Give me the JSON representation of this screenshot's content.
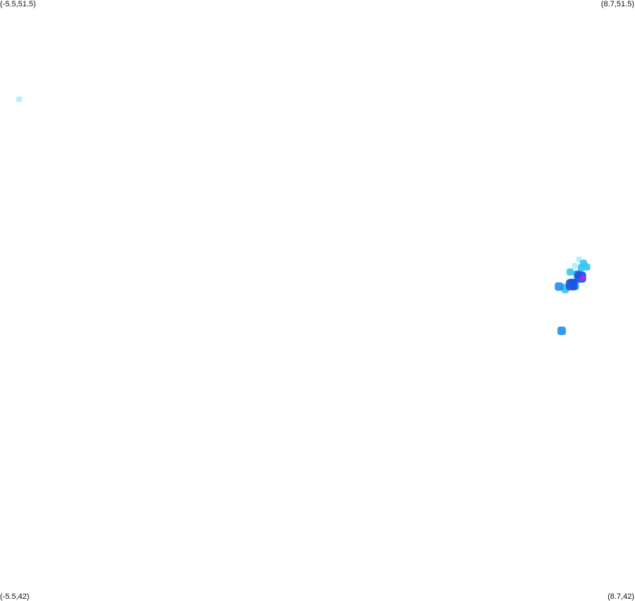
{
  "corners": {
    "top_left": "(-5.5,51.5)",
    "top_right": "(8.7,51.5)",
    "bottom_left": "(-5.5,42)",
    "bottom_right": "(8.7,42)"
  },
  "bounds": {
    "lon_min": -5.5,
    "lon_max": 8.7,
    "lat_min": 42,
    "lat_max": 51.5
  },
  "level_colors": {
    "low": "#9ef2ff",
    "medium": "#35c4f2",
    "high": "#1f8fef",
    "very_high": "#1b4fe0",
    "peak": "#c61be6"
  },
  "hotspots": [
    {
      "lon": -5.07,
      "lat": 49.93,
      "level": "low"
    },
    {
      "lon": 7.45,
      "lat": 47.4,
      "level": "low"
    },
    {
      "lon": 7.55,
      "lat": 47.34,
      "level": "medium"
    },
    {
      "lon": 7.35,
      "lat": 47.3,
      "level": "low"
    },
    {
      "lon": 7.5,
      "lat": 47.27,
      "level": "medium"
    },
    {
      "lon": 7.62,
      "lat": 47.28,
      "level": "medium"
    },
    {
      "lon": 7.25,
      "lat": 47.2,
      "level": "medium"
    },
    {
      "lon": 7.42,
      "lat": 47.16,
      "level": "high"
    },
    {
      "lon": 7.48,
      "lat": 47.12,
      "level": "very_high"
    },
    {
      "lon": 7.52,
      "lat": 47.11,
      "level": "peak"
    },
    {
      "lon": 7.3,
      "lat": 47.03,
      "level": "high"
    },
    {
      "lon": 7.35,
      "lat": 46.98,
      "level": "high"
    },
    {
      "lon": 7.28,
      "lat": 47.0,
      "level": "very_high"
    },
    {
      "lon": 7.12,
      "lat": 46.96,
      "level": "medium"
    },
    {
      "lon": 7.0,
      "lat": 46.97,
      "level": "high"
    },
    {
      "lon": 7.14,
      "lat": 46.92,
      "level": "medium"
    },
    {
      "lon": 7.06,
      "lat": 46.27,
      "level": "high"
    }
  ]
}
